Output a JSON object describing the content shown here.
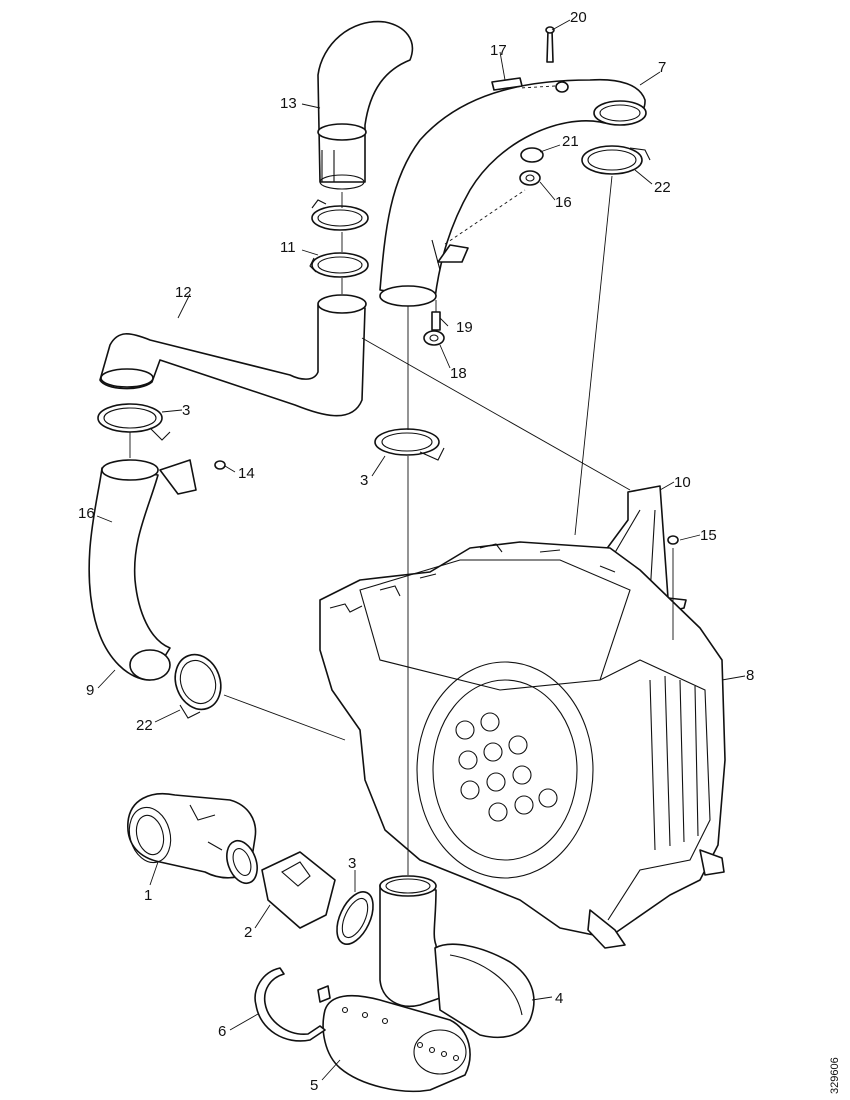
{
  "callouts": {
    "c1": "1",
    "c2": "2",
    "c3a": "3",
    "c3b": "3",
    "c3c": "3",
    "c4": "4",
    "c5": "5",
    "c6": "6",
    "c7": "7",
    "c8": "8",
    "c9": "9",
    "c10": "10",
    "c11": "11",
    "c12": "12",
    "c13": "13",
    "c14": "14",
    "c15": "15",
    "c16a": "16",
    "c16b": "16",
    "c17": "17",
    "c18": "18",
    "c19": "19",
    "c20": "20",
    "c21": "21",
    "c22a": "22",
    "c22b": "22"
  },
  "reference_code": "329606"
}
